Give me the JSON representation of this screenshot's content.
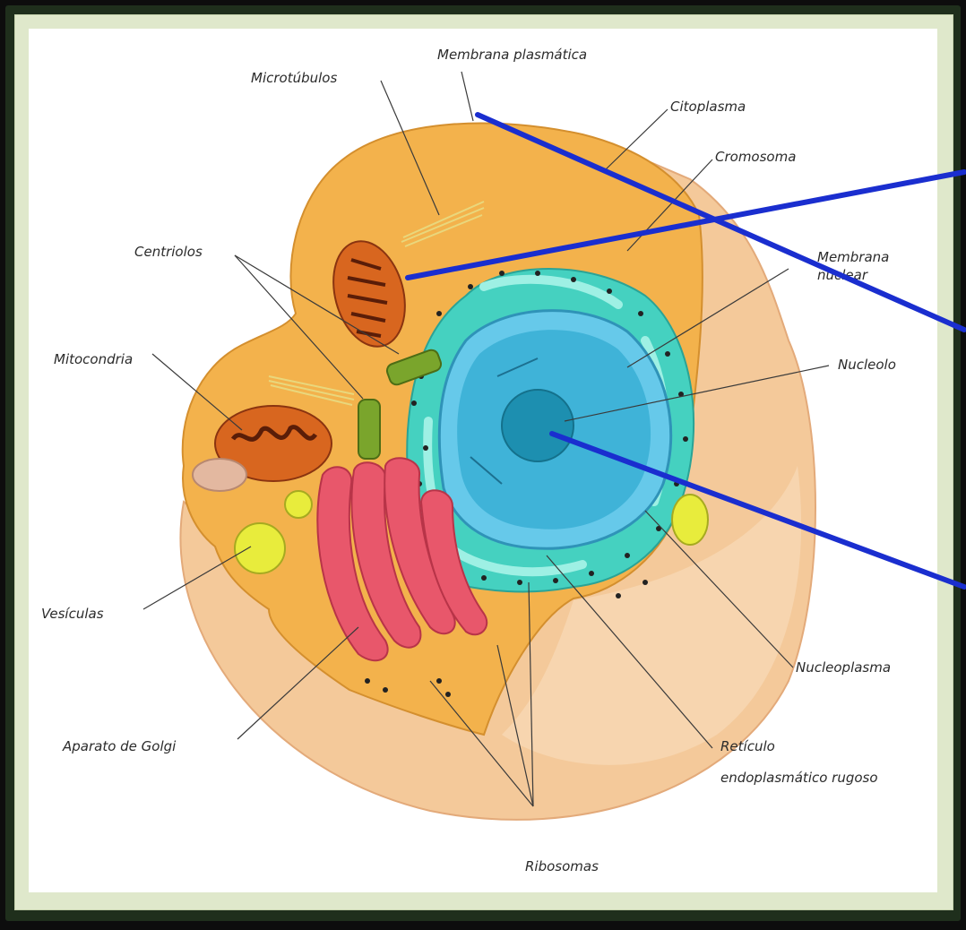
{
  "labels": {
    "microtubulos": "Microtúbulos",
    "membrana_plasmatica": "Membrana plasmática",
    "citoplasma": "Citoplasma",
    "cromosoma": "Cromosoma",
    "centriolos": "Centriolos",
    "membrana_nuclear_1": "Membrana",
    "membrana_nuclear_2": "nuclear",
    "mitocondria": "Mitocondria",
    "nucleolo": "Nucleolo",
    "vesiculas": "Vesículas",
    "nucleoplasma": "Nucleoplasma",
    "aparato_golgi": "Aparato de Golgi",
    "reticulo_1": "Retículo",
    "reticulo_2": "endoplasmático rugoso",
    "ribosomas": "Ribosomas"
  },
  "colors": {
    "pointer": "#1a2ecf",
    "cytoplasm": "#f3b24c",
    "membrane_outer": "#f4c99a",
    "nucleus": "#3fb3d8",
    "reticulum": "#45d1c0",
    "golgi": "#e8576b",
    "mitochondria": "#d8661f",
    "vesicle": "#e8ec3c",
    "centriole": "#7aa52c"
  }
}
